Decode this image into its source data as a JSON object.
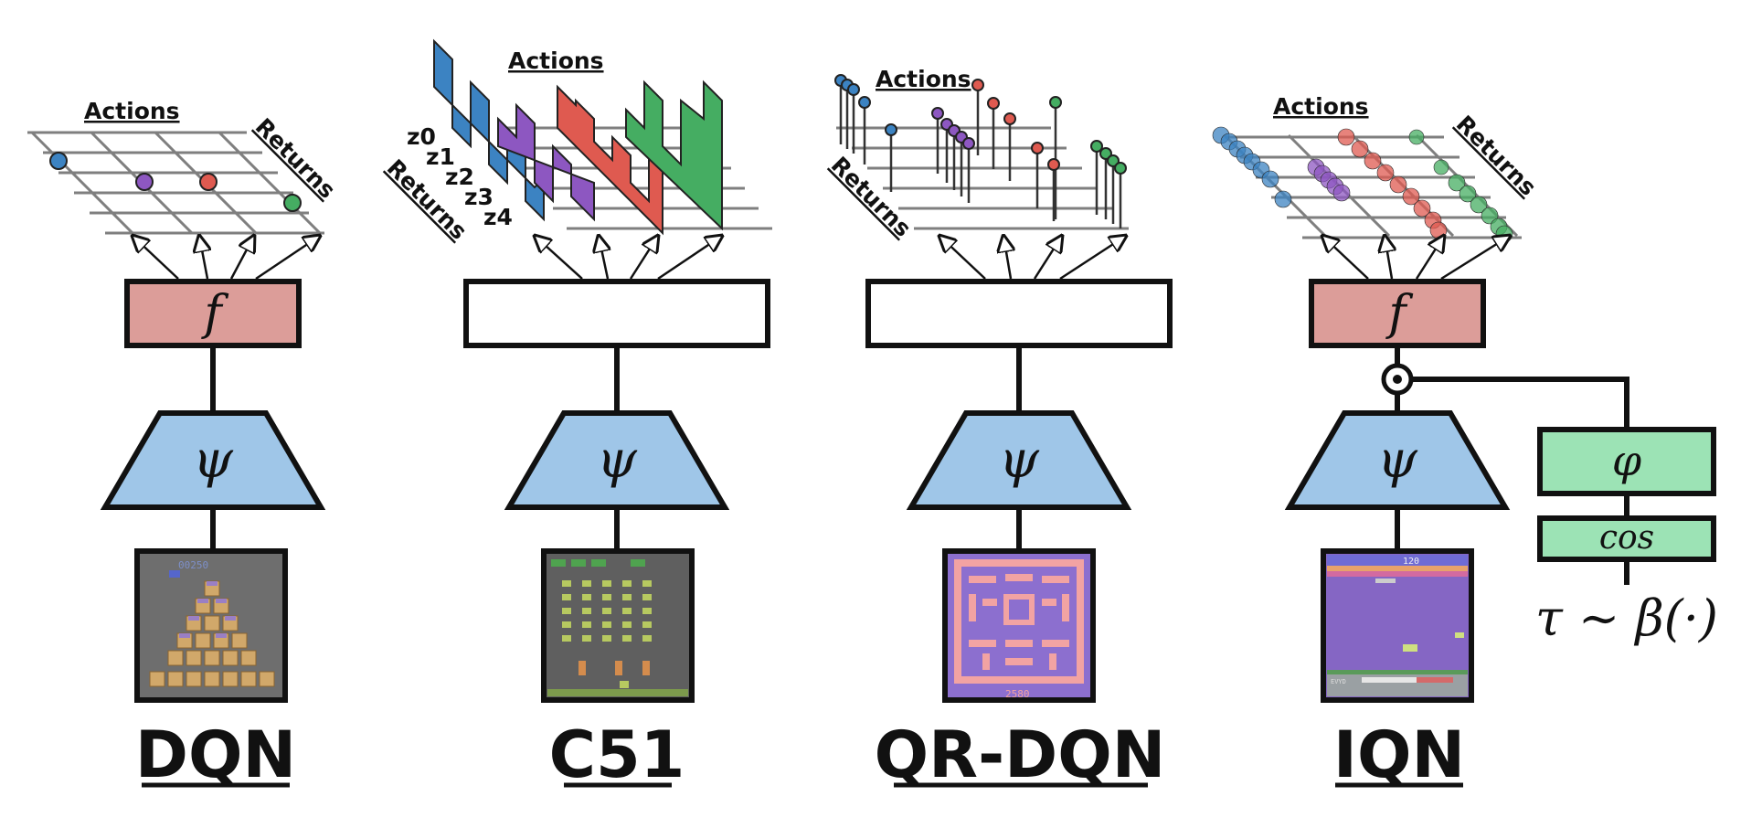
{
  "panels": [
    {
      "title": "DQN",
      "block_symbol": "f",
      "encoder_symbol": "ψ",
      "axis_labels": {
        "actions": "Actions",
        "returns": "Returns"
      },
      "screen_game": "qbert"
    },
    {
      "title": "C51",
      "block_symbol": "",
      "encoder_symbol": "ψ",
      "axis_labels": {
        "actions": "Actions",
        "returns": "Returns"
      },
      "support_labels": [
        "z0",
        "z1",
        "z2",
        "z3",
        "z4"
      ],
      "screen_game": "space-invaders"
    },
    {
      "title": "QR-DQN",
      "block_symbol": "",
      "encoder_symbol": "ψ",
      "axis_labels": {
        "actions": "Actions",
        "returns": "Returns"
      },
      "screen_game": "pacman"
    },
    {
      "title": "IQN",
      "block_symbol": "f",
      "encoder_symbol": "ψ",
      "axis_labels": {
        "actions": "Actions",
        "returns": "Returns"
      },
      "screen_game": "riverraid"
    }
  ],
  "iqn_embedding": {
    "phi_symbol": "φ",
    "cos_label": "cos",
    "hadamard_symbol": "⊙",
    "tau_label": "τ ∼ β(·)"
  },
  "colors": {
    "f_block": "#dc9d99",
    "encoder": "#9fc6e8",
    "embed_block": "#9ce3b5",
    "action_blue": "#3c83c2",
    "action_purple": "#8d57c1",
    "action_red": "#df5a50",
    "action_green": "#45ad62"
  }
}
